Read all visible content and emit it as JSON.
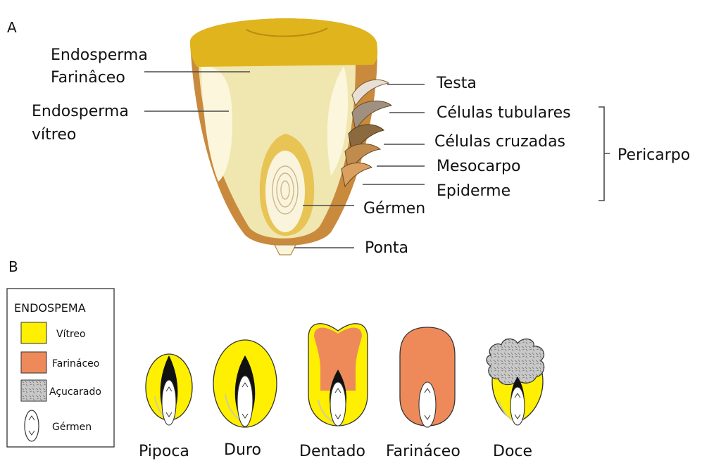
{
  "panel_a": {
    "letter": "A",
    "labels": {
      "endosperma_farinaceo": [
        "Endosperma",
        "Farinâceo"
      ],
      "endosperma_vitreo": [
        "Endosperma",
        "vítreo"
      ],
      "testa": "Testa",
      "celulas_tubulares": "Células tubulares",
      "celulas_cruzadas": "Células cruzadas",
      "mesocarpo": "Mesocarpo",
      "epiderme": "Epiderme",
      "germen": "Gérmen",
      "ponta": "Ponta",
      "pericarpo": "Pericarpo"
    }
  },
  "panel_b": {
    "letter": "B",
    "legend": {
      "title": "ENDOSPEMA",
      "items": [
        {
          "label": "Vítreo",
          "color": "#ffef00"
        },
        {
          "label": "Farináceo",
          "color": "#ee8a5a"
        },
        {
          "label": "Açucarado",
          "color": "#c8c8c8"
        },
        {
          "label": "Gérmen",
          "color": "#ffffff"
        }
      ]
    },
    "kernels": [
      "Pipoca",
      "Duro",
      "Dentado",
      "Farináceo",
      "Doce"
    ]
  },
  "colors": {
    "vitreous": "#ffef00",
    "floury": "#ee8a5a",
    "sugary": "#c8c8c8",
    "cap": "#e0b41c",
    "pericarp": "#c98a3e",
    "endosperm_floury_a": "#f0e6b0",
    "endosperm_vitreous_a": "#fbf6dc"
  }
}
